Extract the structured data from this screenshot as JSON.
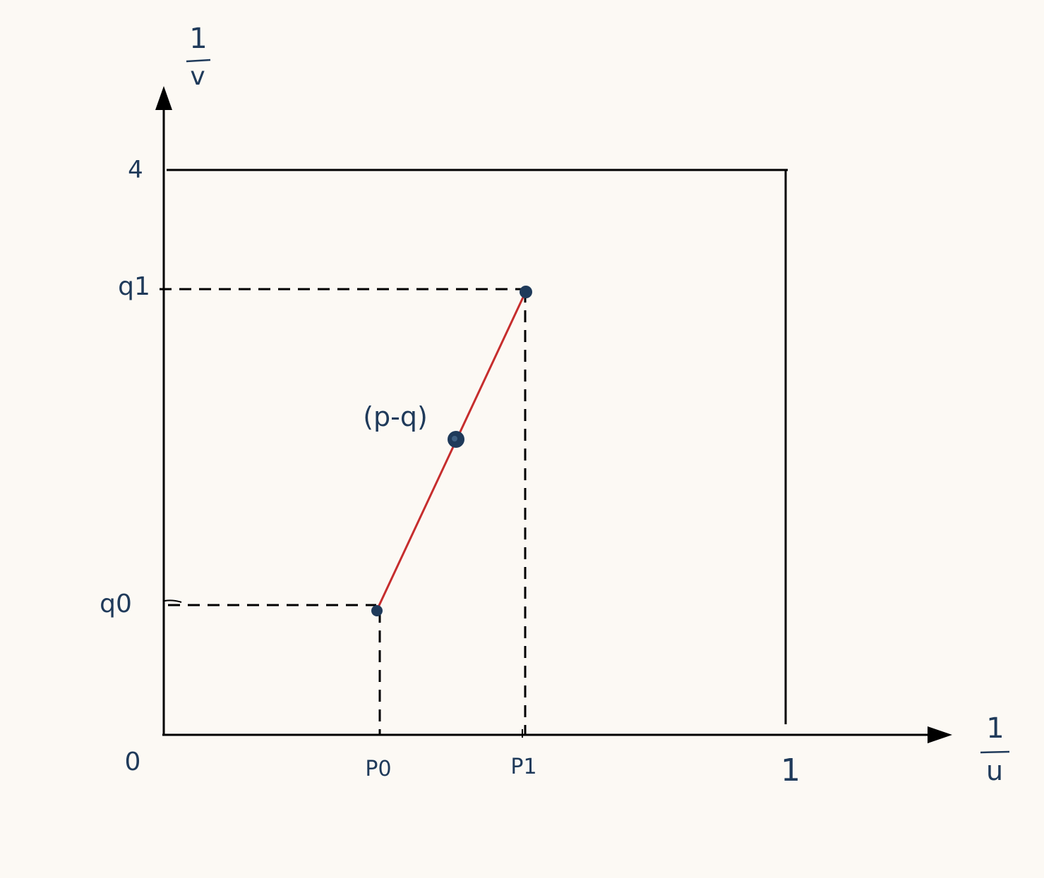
{
  "diagram": {
    "colors": {
      "background": "#fcf9f4",
      "axis": "#000000",
      "label_ink": "#1f3a5a",
      "segment": "#c62d2d",
      "point": "#1f3a5a"
    },
    "x_axis": {
      "label_num": "1",
      "label_den": "u",
      "origin_label": "0",
      "tick_labels": [
        {
          "text": "P0",
          "value": "p0"
        },
        {
          "text": "P1",
          "value": "p1"
        },
        {
          "text": "1",
          "value": "1"
        }
      ]
    },
    "y_axis": {
      "label_num": "1",
      "label_den": "v",
      "tick_labels": [
        {
          "text": "q1",
          "value": "q1"
        },
        {
          "text": "q0",
          "value": "q0"
        },
        {
          "text": "4",
          "value": "4"
        }
      ]
    },
    "points": [
      {
        "name": "start",
        "x_label": "P0",
        "y_label": "q0"
      },
      {
        "name": "mid",
        "label": "(p-q)"
      },
      {
        "name": "end",
        "x_label": "P1",
        "y_label": "q1"
      }
    ],
    "annotation": "(p-q)"
  }
}
